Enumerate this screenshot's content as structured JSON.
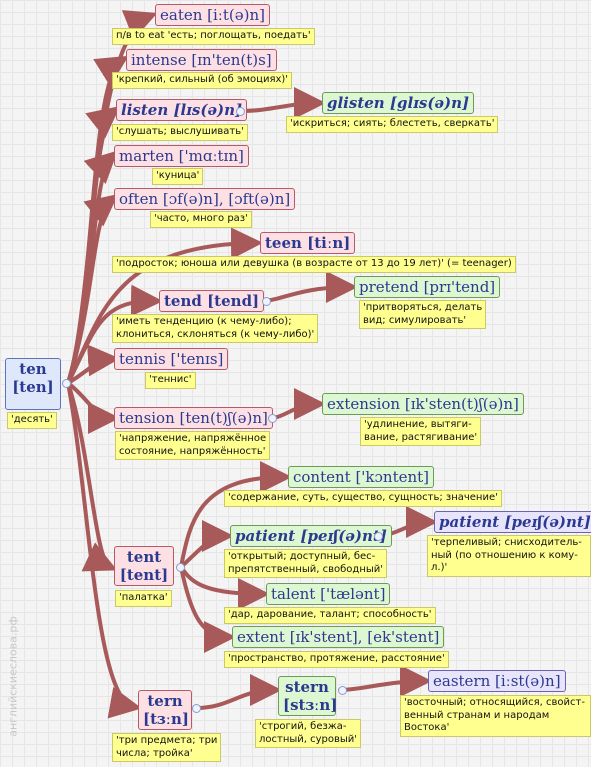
{
  "root": {
    "word": "ten",
    "transcription": "[ten]",
    "translation": "'десять'"
  },
  "nodes": {
    "eaten": {
      "label": "eaten [iːt(ə)n]",
      "note": "п/в to eat 'есть; поглощать, поедать'"
    },
    "intense": {
      "label": "intense [ɪn'ten(t)s]",
      "note": "'крепкий, сильный (об эмоциях)'"
    },
    "listen": {
      "label": "listen [lɪs(ə)n]",
      "note": "'слушать; выслушивать'"
    },
    "glisten": {
      "label": "glisten [glɪs(ə)n]",
      "note": "'искриться; сиять; блестеть, сверкать'"
    },
    "marten": {
      "label": "marten ['mɑːtɪn]",
      "note": "'куница'"
    },
    "often": {
      "label": "often [ɔf(ə)n], [ɔft(ə)n]",
      "note": "'часто, много раз'"
    },
    "teen": {
      "label": "teen [tiːn]",
      "note": "'подросток; юноша или девушка (в возрасте от 13 до 19 лет)' (= teenager)"
    },
    "tend": {
      "label": "tend [tend]",
      "note_line1": "'иметь тенденцию (к чему-либо);",
      "note_line2": "клониться, склоняться (к чему-либо)'"
    },
    "pretend": {
      "label": "pretend [prɪ'tend]",
      "note_line1": "'притворяться, делать",
      "note_line2": "вид; симулировать'"
    },
    "tennis": {
      "label": "tennis ['tenɪs]",
      "note": "'теннис'"
    },
    "tension": {
      "label": "tension [ten(t)ʃ(ə)n]",
      "note_line1": "'напряжение, напряжённое",
      "note_line2": "состояние, напряжённость'"
    },
    "extension": {
      "label": "extension [ɪk'sten(t)ʃ(ə)n]",
      "note_line1": "'удлинение, вытяги-",
      "note_line2": "вание, растягивание'"
    },
    "tent": {
      "word": "tent",
      "transcription": "[tent]",
      "note": "'палатка'"
    },
    "content": {
      "label": "content ['kɔntent]",
      "note": "'содержание, суть, существо, сущность; значение'"
    },
    "patient1": {
      "label": "patient [peɪʃ(ə)nt]",
      "note_line1": "'открытый; доступный, бес-",
      "note_line2": "препятственный, свободный'"
    },
    "patient2": {
      "label": "patient [peɪʃ(ə)nt]",
      "note_line1": "'терпеливый; снисходитель-",
      "note_line2": "ный (по отношению к кому-л.)'"
    },
    "talent": {
      "label": "talent ['tælənt]",
      "note": "'дар, дарование, талант; способность'"
    },
    "extent": {
      "label": "extent [ɪk'stent], [ek'stent]",
      "note": "'пространство, протяжение, расстояние'"
    },
    "tern": {
      "word": "tern",
      "transcription": "[tɜːn]",
      "note_line1": "'три предмета; три",
      "note_line2": "числа; тройка'"
    },
    "stern": {
      "word": "stern",
      "transcription": "[stɜːn]",
      "note_line1": "'строгий, безжа-",
      "note_line2": "лостный, суровый'"
    },
    "eastern": {
      "label": "eastern [iːst(ə)n]",
      "note_line1": "'восточный; относящийся, свойст-",
      "note_line2": "венный странам и народам Востока'"
    }
  },
  "watermark": "английскиеслова.рф",
  "colors": {
    "link": "#a85a5a",
    "note_bg": "#ffff90",
    "text": "#2b3a90"
  }
}
